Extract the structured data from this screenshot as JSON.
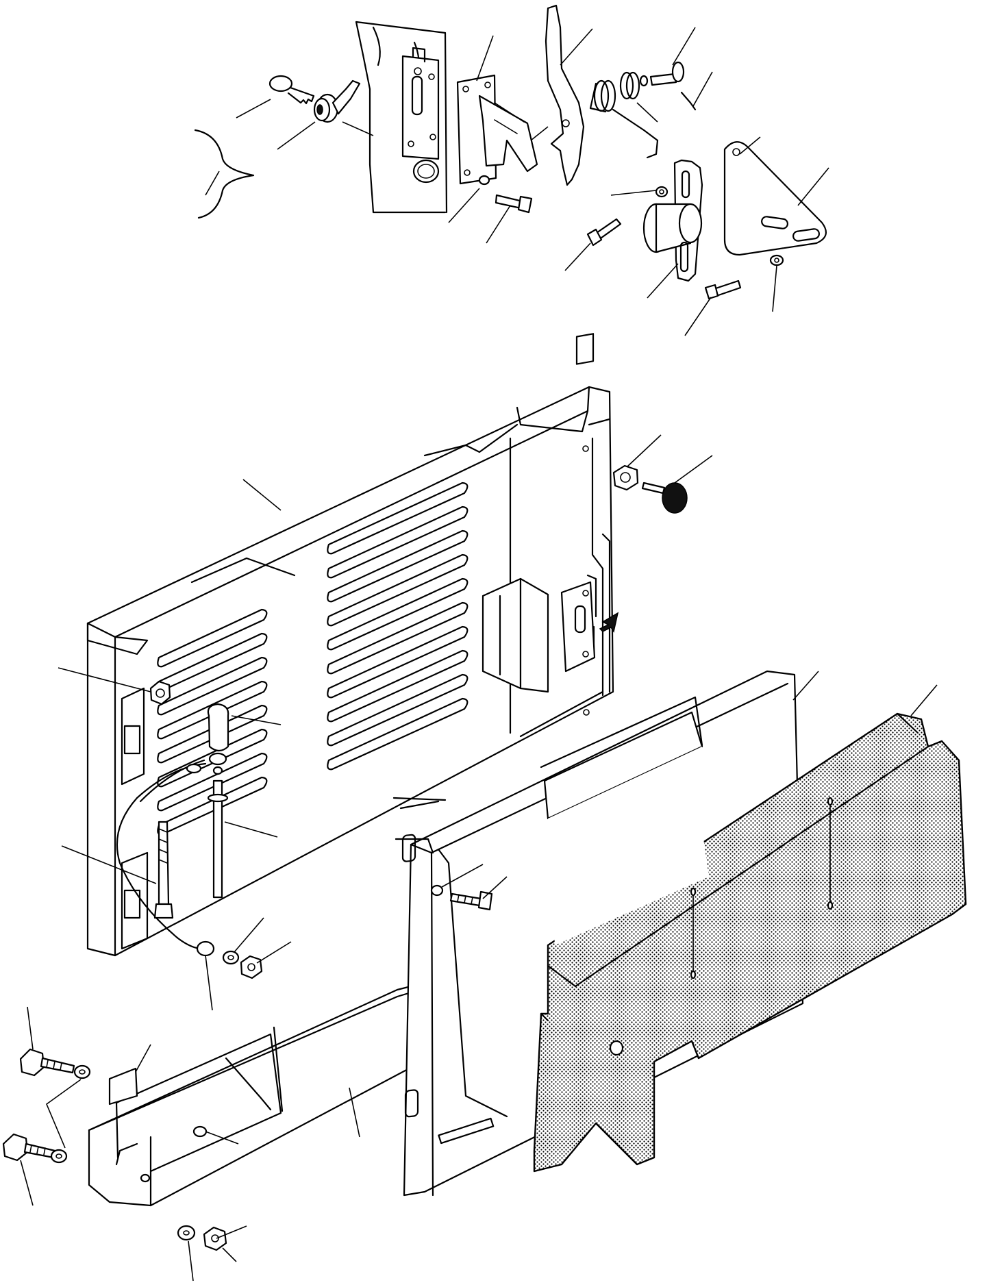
{
  "diagram": {
    "view": "exploded-assembly",
    "colors": {
      "line": "#000000",
      "background": "#ffffff",
      "shading": "#000000"
    },
    "parts": [
      "key",
      "lock-cylinder",
      "latch-plate",
      "lever",
      "torsion-spring",
      "pin",
      "cotter-pin",
      "striker-bracket",
      "bracket-plate",
      "door-panel",
      "stay-rod",
      "knob",
      "cable",
      "lower-channel",
      "inner-cover",
      "insulation-pad",
      "arrow-indicator"
    ]
  }
}
